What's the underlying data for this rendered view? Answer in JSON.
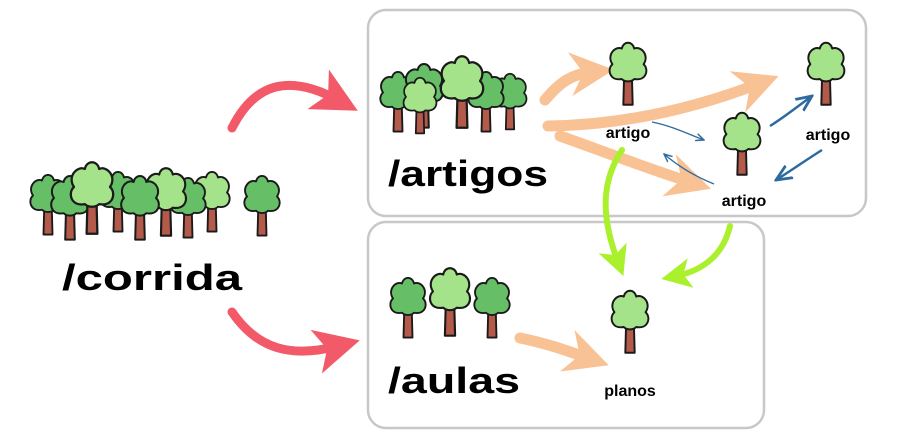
{
  "nodes": {
    "root": {
      "label": "/corrida"
    },
    "artigos": {
      "label": "/artigos"
    },
    "aulas": {
      "label": "/aulas"
    },
    "artigo_a": {
      "label": "artigo"
    },
    "artigo_b": {
      "label": "artigo"
    },
    "artigo_c": {
      "label": "artigo"
    },
    "planos": {
      "label": "planos"
    }
  },
  "edges": [
    {
      "from": "root",
      "to": "artigos",
      "kind": "red"
    },
    {
      "from": "root",
      "to": "aulas",
      "kind": "red"
    },
    {
      "from": "artigos",
      "to": "artigo_a",
      "kind": "peach"
    },
    {
      "from": "artigos",
      "to": "artigo_c",
      "kind": "peach"
    },
    {
      "from": "artigos",
      "to": "artigo_b",
      "kind": "peach"
    },
    {
      "from": "artigo_a",
      "to": "artigo_b",
      "kind": "blue"
    },
    {
      "from": "artigo_b",
      "to": "artigo_a",
      "kind": "blue"
    },
    {
      "from": "artigo_b",
      "to": "artigo_c",
      "kind": "blue"
    },
    {
      "from": "artigo_c",
      "to": "artigo_b",
      "kind": "blue"
    },
    {
      "from": "artigo_a",
      "to": "planos",
      "kind": "green"
    },
    {
      "from": "artigo_b",
      "to": "planos",
      "kind": "green"
    },
    {
      "from": "aulas",
      "to": "planos",
      "kind": "peach"
    }
  ],
  "colors": {
    "red_arrow": "#f25a6a",
    "peach_arrow": "#f9c294",
    "blue_arrow": "#2c6aa0",
    "green_arrow": "#aaf02c",
    "box_border": "#c8c8c8",
    "tree_dark": "#66bf66",
    "tree_light": "#a4e38a",
    "trunk": "#b35a4a"
  }
}
